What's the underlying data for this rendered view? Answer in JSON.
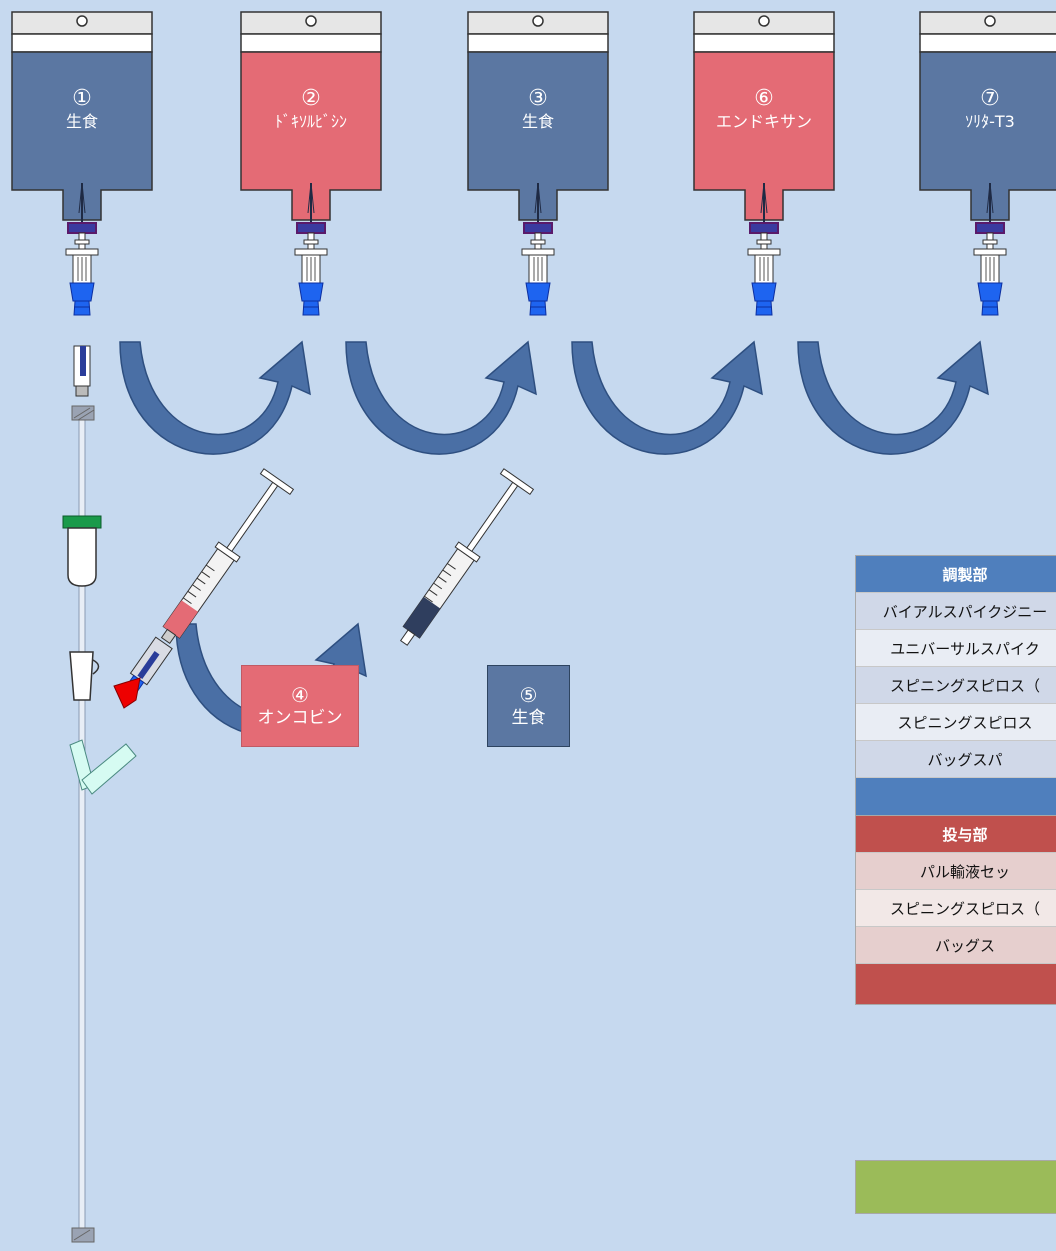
{
  "bags": [
    {
      "num": "①",
      "label": "生食",
      "kind": "saline"
    },
    {
      "num": "②",
      "label": "ﾄﾞｷｿﾙﾋﾞｼﾝ",
      "kind": "drug"
    },
    {
      "num": "③",
      "label": "生食",
      "kind": "saline"
    },
    {
      "num": "⑥",
      "label": "エンドキサン",
      "kind": "drug"
    },
    {
      "num": "⑦",
      "label": "ｿﾘﾀ-T3",
      "kind": "saline"
    }
  ],
  "syringe_labels": [
    {
      "num": "④",
      "label": "オンコビン",
      "kind": "drug"
    },
    {
      "num": "⑤",
      "label": "生食",
      "kind": "saline"
    }
  ],
  "prep_table": {
    "header": "調製部",
    "rows": [
      "バイアルスパイクジニー",
      "ユニバーサルスパイク",
      "スピニングスピロス（",
      "スピニングスピロス",
      "バッグスパ"
    ]
  },
  "admin_table": {
    "header": "投与部",
    "rows": [
      "パル輸液セッ",
      "スピニングスピロス（",
      "バッグス"
    ]
  },
  "colors": {
    "background": "#c6d9ef",
    "saline": "#5b77a2",
    "drug": "#e46b75",
    "arrow": "#4a6fa5",
    "prep_header": "#4f7fbd",
    "admin_header": "#c0504d",
    "green_bar": "#9bbb59"
  },
  "icons": [
    "iv-bag-icon",
    "spike-connector-icon",
    "curved-arrow-icon",
    "syringe-icon",
    "drip-chamber-icon",
    "y-connector-icon",
    "cap-icon"
  ]
}
